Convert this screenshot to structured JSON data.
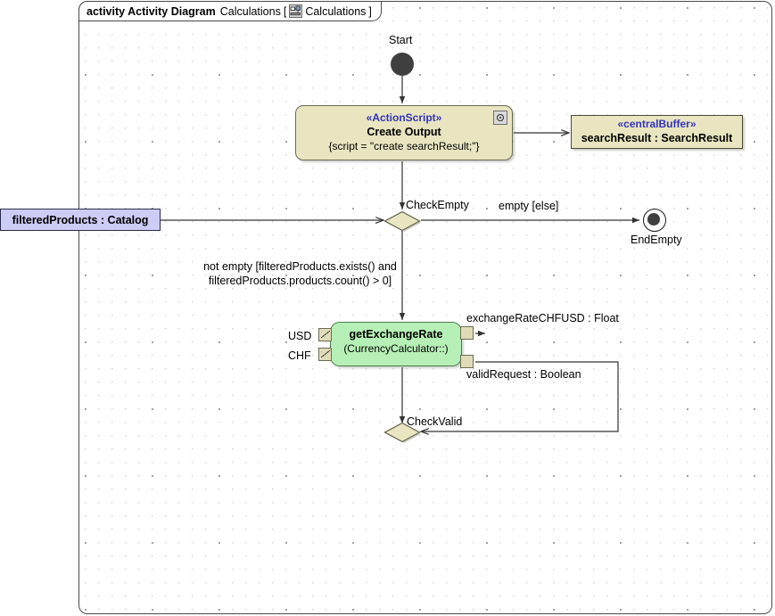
{
  "frame": {
    "keyword": "activity Activity Diagram",
    "name": "Calculations",
    "bracket_open": "[",
    "icon": "activity-diagram-icon",
    "icon_label": "Calculations",
    "bracket_close": "]"
  },
  "nodes": {
    "start": {
      "label": "Start",
      "type": "initial-node",
      "color": "#3f3f3f"
    },
    "create_output": {
      "stereotype": "«ActionScript»",
      "name": "Create Output",
      "property": "{script = \"create searchResult;\"}",
      "icon": "script-target-icon",
      "fill": "#e8e5c0"
    },
    "central_buffer": {
      "stereotype": "«centralBuffer»",
      "name": "searchResult : SearchResult",
      "fill": "#e8e5c0"
    },
    "check_empty": {
      "label": "CheckEmpty",
      "type": "decision-node",
      "fill": "#e8e5c0"
    },
    "end_empty": {
      "label": "EndEmpty",
      "type": "activity-final-node"
    },
    "filtered_products": {
      "label": "filteredProducts : Catalog",
      "type": "activity-parameter-node",
      "fill": "#ccccf5"
    },
    "get_exchange_rate": {
      "name": "getExchangeRate",
      "property": "(CurrencyCalculator::)",
      "fill": "#b6f0b6",
      "input_pins": [
        {
          "label": "USD"
        },
        {
          "label": "CHF"
        }
      ],
      "output_pins": [
        {
          "label": "exchangeRateCHFUSD : Float"
        },
        {
          "label": "validRequest : Boolean"
        }
      ]
    },
    "check_valid": {
      "label": "CheckValid",
      "type": "decision-node",
      "fill": "#e8e5c0"
    }
  },
  "edges": {
    "empty_else": "empty [else]",
    "not_empty_line1": "not empty [filteredProducts.exists() and",
    "not_empty_line2": "filteredProducts.products.count() > 0]"
  }
}
